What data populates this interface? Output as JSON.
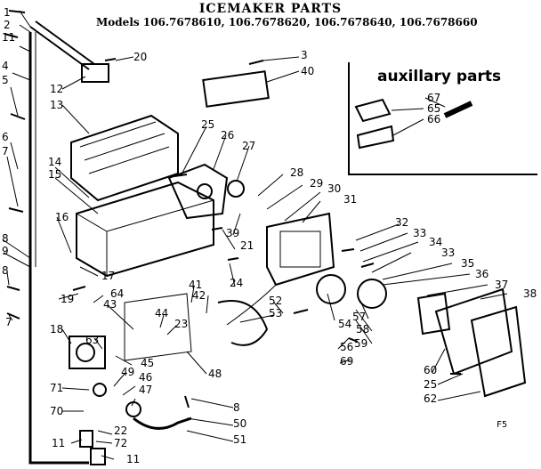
{
  "title": "ICEMAKER PARTS",
  "models": "Models 106.7678610, 106.7678620, 106.7678640, 106.7678660",
  "aux_title": "auxillary parts",
  "figure_code": "F5",
  "labels": [
    "1",
    "2",
    "11",
    "4",
    "5",
    "6",
    "7",
    "12",
    "13",
    "20",
    "3",
    "40",
    "25",
    "26",
    "27",
    "14",
    "15",
    "16",
    "28",
    "29",
    "30",
    "31",
    "39",
    "21",
    "8",
    "9",
    "8",
    "7",
    "17",
    "24",
    "32",
    "33",
    "34",
    "33",
    "35",
    "36",
    "37",
    "38",
    "19",
    "64",
    "43",
    "42",
    "41",
    "44",
    "23",
    "52",
    "53",
    "54",
    "57",
    "58",
    "59",
    "18",
    "63",
    "45",
    "49",
    "46",
    "47",
    "56",
    "69",
    "71",
    "70",
    "22",
    "72",
    "11",
    "11",
    "48",
    "8",
    "50",
    "51",
    "60",
    "25",
    "62",
    "67",
    "65",
    "66"
  ]
}
